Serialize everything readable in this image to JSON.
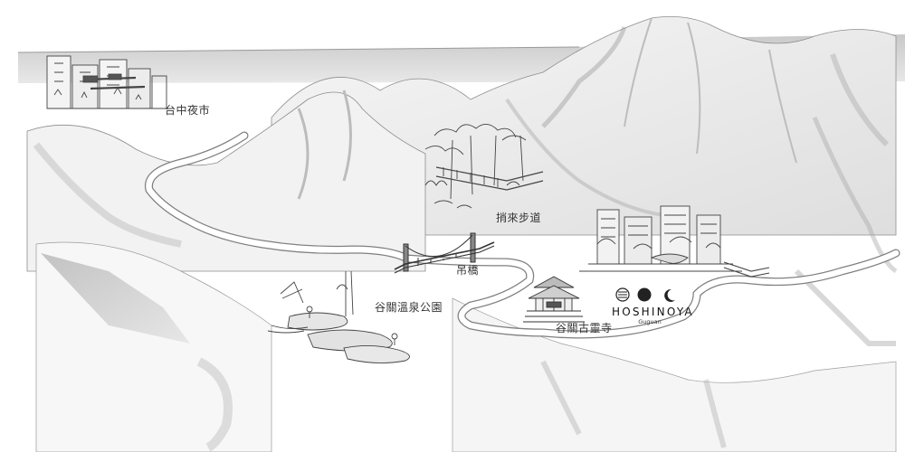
{
  "map": {
    "places": [
      {
        "id": "night-market",
        "label": "台中夜市"
      },
      {
        "id": "trail",
        "label": "捎來步道"
      },
      {
        "id": "bridge",
        "label": "吊橋"
      },
      {
        "id": "hot-spring-park",
        "label": "谷關溫泉公園"
      },
      {
        "id": "temple",
        "label": "谷關古靈寺"
      }
    ],
    "brand": {
      "title": "HOSHINOYA",
      "subtitle": "Guguan"
    },
    "colors": {
      "ink": "#333333",
      "river": "#ffffff",
      "shade": "#d8d8d8",
      "paper": "#ffffff"
    }
  }
}
